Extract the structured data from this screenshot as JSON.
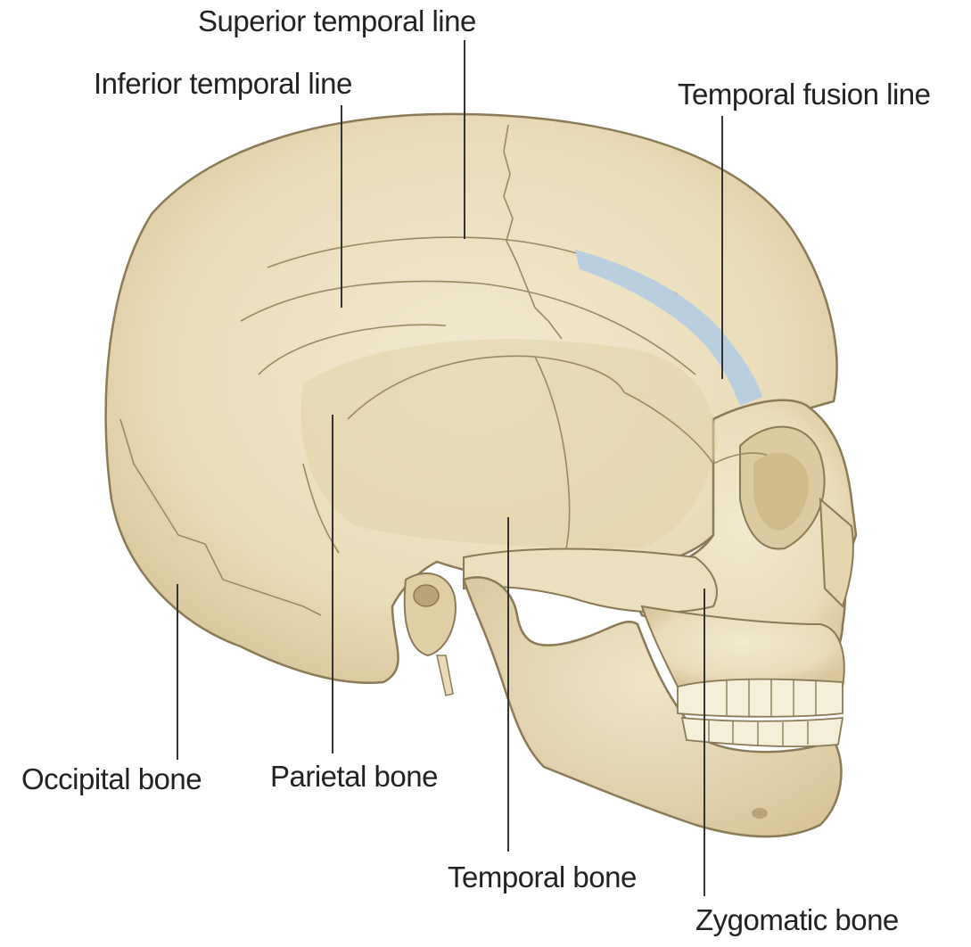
{
  "colors": {
    "bone": "#ede2c3",
    "bone_shade": "#d8c8a0",
    "outline": "#7a6a4a",
    "fusion_band": "#b9cfe0",
    "leader": "#333333"
  },
  "labels": {
    "superior_temporal_line": "Superior temporal line",
    "inferior_temporal_line": "Inferior temporal line",
    "temporal_fusion_line": "Temporal fusion line",
    "occipital_bone": "Occipital bone",
    "parietal_bone": "Parietal bone",
    "temporal_bone": "Temporal bone",
    "zygomatic_bone": "Zygomatic bone"
  }
}
